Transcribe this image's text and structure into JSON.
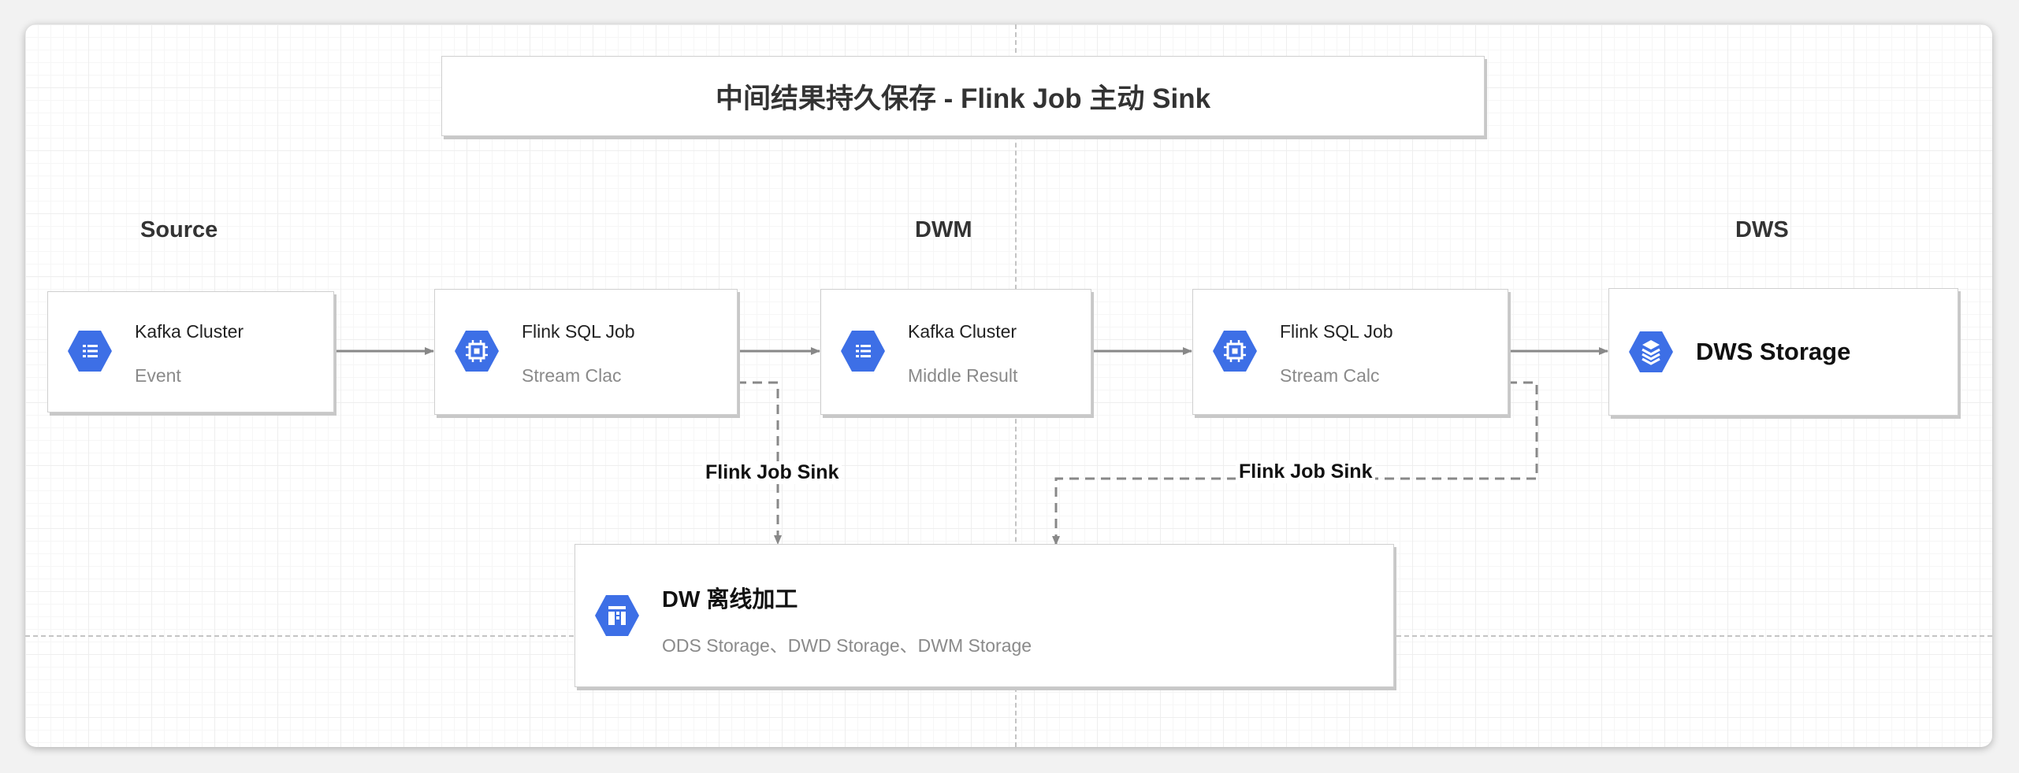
{
  "title": "中间结果持久保存 - Flink Job 主动 Sink",
  "sections": {
    "source": "Source",
    "dwm": "DWM",
    "dws": "DWS"
  },
  "nodes": {
    "kafka_event": {
      "title": "Kafka Cluster",
      "subtitle": "Event",
      "icon": "list-icon"
    },
    "flink_clac": {
      "title": "Flink SQL Job",
      "subtitle": "Stream Clac",
      "icon": "chip-icon"
    },
    "kafka_middle": {
      "title": "Kafka Cluster",
      "subtitle": "Middle Result",
      "icon": "list-icon"
    },
    "flink_calc": {
      "title": "Flink SQL Job",
      "subtitle": "Stream Calc",
      "icon": "chip-icon"
    },
    "dws_storage": {
      "title": "DWS Storage",
      "icon": "layers-icon"
    },
    "dw_offline": {
      "title": "DW 离线加工",
      "subtitle": "ODS Storage、DWD Storage、DWM Storage",
      "icon": "table-icon"
    }
  },
  "edge_labels": {
    "sink_left": "Flink Job Sink",
    "sink_right": "Flink Job Sink"
  },
  "colors": {
    "icon_blue": "#3d6fe6",
    "arrow": "#888888"
  }
}
